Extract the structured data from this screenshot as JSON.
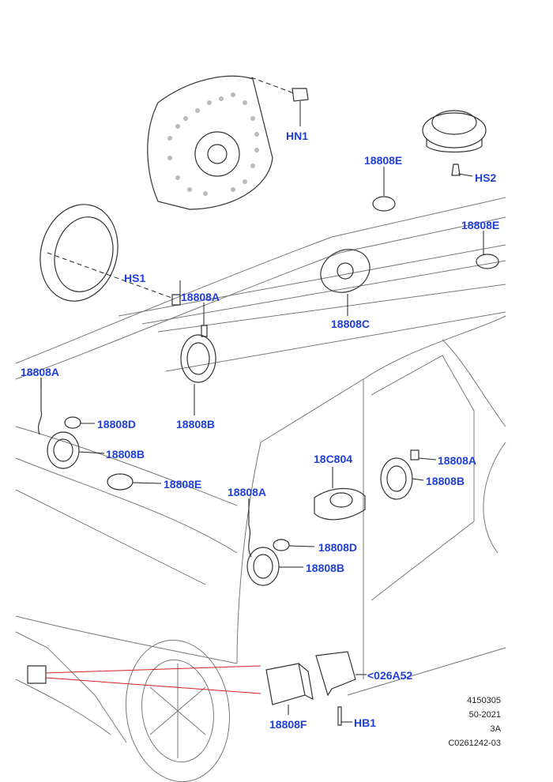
{
  "callouts": {
    "hn1": "HN1",
    "hs2": "HS2",
    "e_top": "18808E",
    "e_right": "18808E",
    "hs1": "HS1",
    "a_roof": "18808A",
    "c_roof": "18808C",
    "a_left": "18808A",
    "b_roof": "18808B",
    "d_left": "18808D",
    "b_left": "18808B",
    "e_left": "18808E",
    "c804": "18C804",
    "a_rear": "18808A",
    "b_rear": "18808B",
    "a_front": "18808A",
    "d_front": "18808D",
    "b_front": "18808B",
    "a52": "<026A52",
    "f": "18808F",
    "hb1": "HB1"
  },
  "metadata": {
    "line1": "4150305",
    "line2": "50-2021",
    "line3": "3A",
    "line4": "C0261242-03"
  },
  "colors": {
    "callout": "#1f3fd6",
    "leader": "#222222",
    "wire": "#d62020",
    "outline": "#333333"
  }
}
